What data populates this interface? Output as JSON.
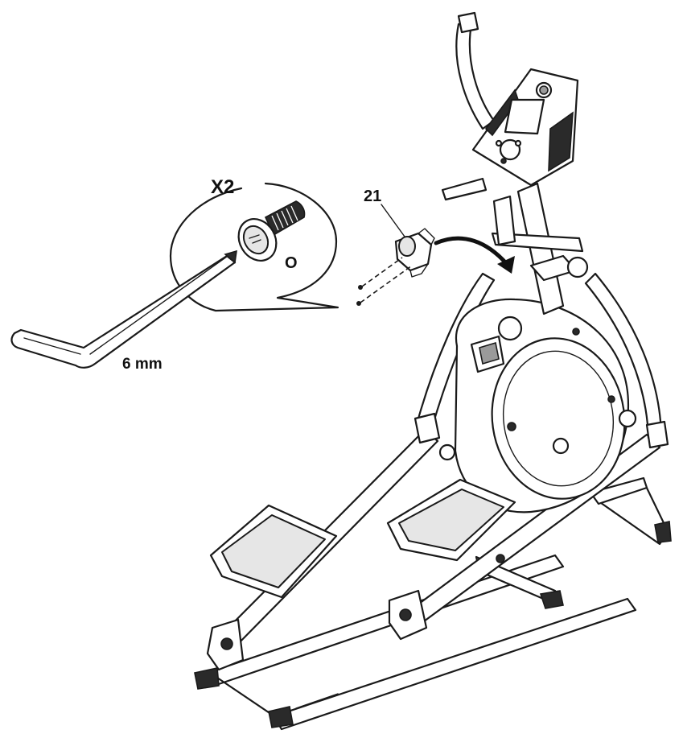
{
  "callout": {
    "quantity_label": "X2",
    "bolt_label": "O",
    "wrench_label": "6 mm"
  },
  "parts": {
    "bracket_label": "21"
  },
  "icons": {
    "hex_key": "hex-key-icon",
    "bolt": "bolt-icon",
    "arrow": "curved-arrow-icon"
  }
}
